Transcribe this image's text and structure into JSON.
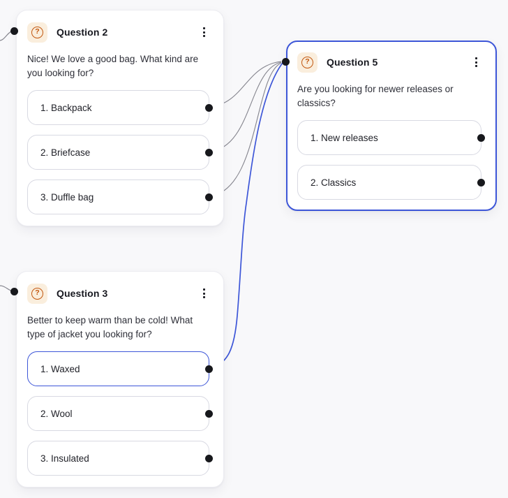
{
  "app": {
    "name": "chatbot flow canvas"
  },
  "icons": {
    "question_glyph": "?"
  },
  "colors": {
    "canvas_bg": "#f8f8fa",
    "card_bg": "#ffffff",
    "accent_blue": "#3d56d8",
    "edge_gray": "#84848d",
    "handle_black": "#17181c",
    "icon_orange": "#c2570f",
    "icon_bg": "#faeedd",
    "pill_border": "#d8d9e2"
  },
  "nodes": [
    {
      "id": "question-2",
      "type": "question",
      "title": "Question 2",
      "icon": "question-mark-circle-icon",
      "body": "Nice! We love a good bag. What kind are you looking for?",
      "selected": false,
      "options": [
        {
          "label": "1. Backpack",
          "selected": false
        },
        {
          "label": "2. Briefcase",
          "selected": false
        },
        {
          "label": "3. Duffle bag",
          "selected": false
        }
      ]
    },
    {
      "id": "question-5",
      "type": "question",
      "title": "Question 5",
      "icon": "question-mark-circle-icon",
      "body": "Are you looking for newer releases or classics?",
      "selected": true,
      "options": [
        {
          "label": "1. New releases",
          "selected": false
        },
        {
          "label": "2. Classics",
          "selected": false
        }
      ]
    },
    {
      "id": "question-3",
      "type": "question",
      "title": "Question 3",
      "icon": "question-mark-circle-icon",
      "body": "Better to keep warm than be cold! What type of jacket you looking for?",
      "selected": false,
      "options": [
        {
          "label": "1. Waxed",
          "selected": true
        },
        {
          "label": "2. Wool",
          "selected": false
        },
        {
          "label": "3. Insulated",
          "selected": false
        }
      ]
    }
  ],
  "edges": [
    {
      "from": "offscreen-left",
      "to": "question-2.input",
      "state": "default"
    },
    {
      "from": "offscreen-left",
      "to": "question-3.input",
      "state": "default"
    },
    {
      "from": "question-2.option-1",
      "to": "question-5.input",
      "state": "default"
    },
    {
      "from": "question-2.option-2",
      "to": "question-5.input",
      "state": "default"
    },
    {
      "from": "question-2.option-3",
      "to": "question-5.input",
      "state": "default"
    },
    {
      "from": "question-3.option-1",
      "to": "question-5.input",
      "state": "selected"
    }
  ]
}
